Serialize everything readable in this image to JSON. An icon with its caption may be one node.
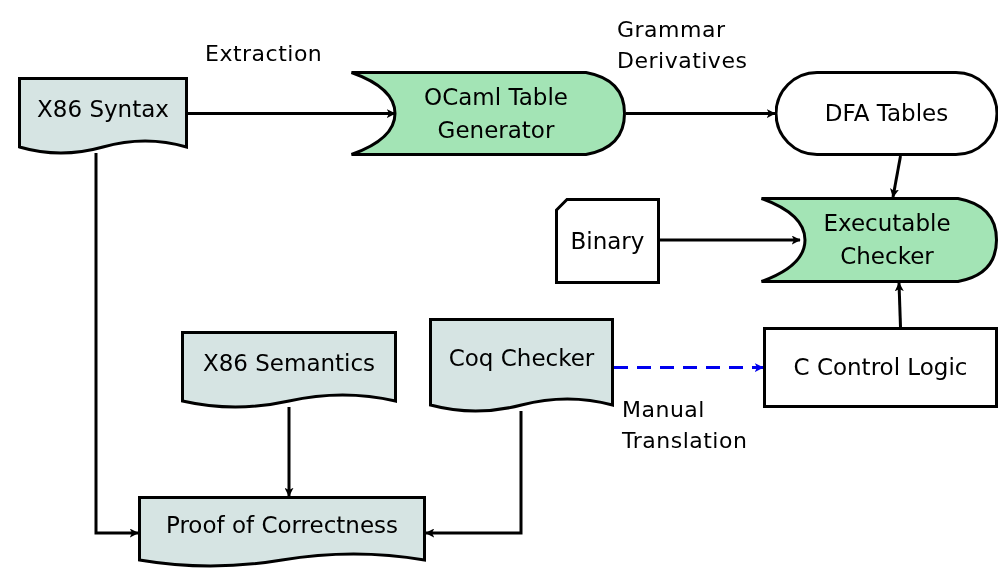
{
  "diagram": {
    "nodes": [
      {
        "text": [
          "X86 Syntax"
        ]
      },
      {
        "text": [
          "OCaml Table Generator"
        ]
      },
      {
        "text": [
          "DFA Tables"
        ]
      },
      {
        "text": [
          "Binary"
        ]
      },
      {
        "text": [
          "Executable Checker"
        ]
      },
      {
        "text": [
          "X86 Semantics"
        ]
      },
      {
        "text": [
          "Coq Checker"
        ]
      },
      {
        "text": [
          "C Control Logic"
        ]
      },
      {
        "text": [
          "Proof of Correctness"
        ]
      }
    ],
    "edges": [
      {
        "from": 0,
        "to": 1,
        "arrow": "to",
        "label": "Extraction"
      },
      {
        "from": 1,
        "to": 2,
        "arrow": "to",
        "label": "Grammar Derivatives"
      },
      {
        "from": 2,
        "to": 4,
        "arrow": "to"
      },
      {
        "from": 3,
        "to": 4,
        "arrow": "to"
      },
      {
        "from": 7,
        "to": 4,
        "arrow": "to"
      },
      {
        "from": 6,
        "to": 7,
        "arrow": "to",
        "label": "Manual Translation",
        "style": "dashed",
        "color": "#0000ee"
      },
      {
        "from": 0,
        "to": 8,
        "arrow": "to"
      },
      {
        "from": 5,
        "to": 8,
        "arrow": "to"
      },
      {
        "from": 6,
        "to": 8,
        "arrow": "to"
      }
    ]
  }
}
